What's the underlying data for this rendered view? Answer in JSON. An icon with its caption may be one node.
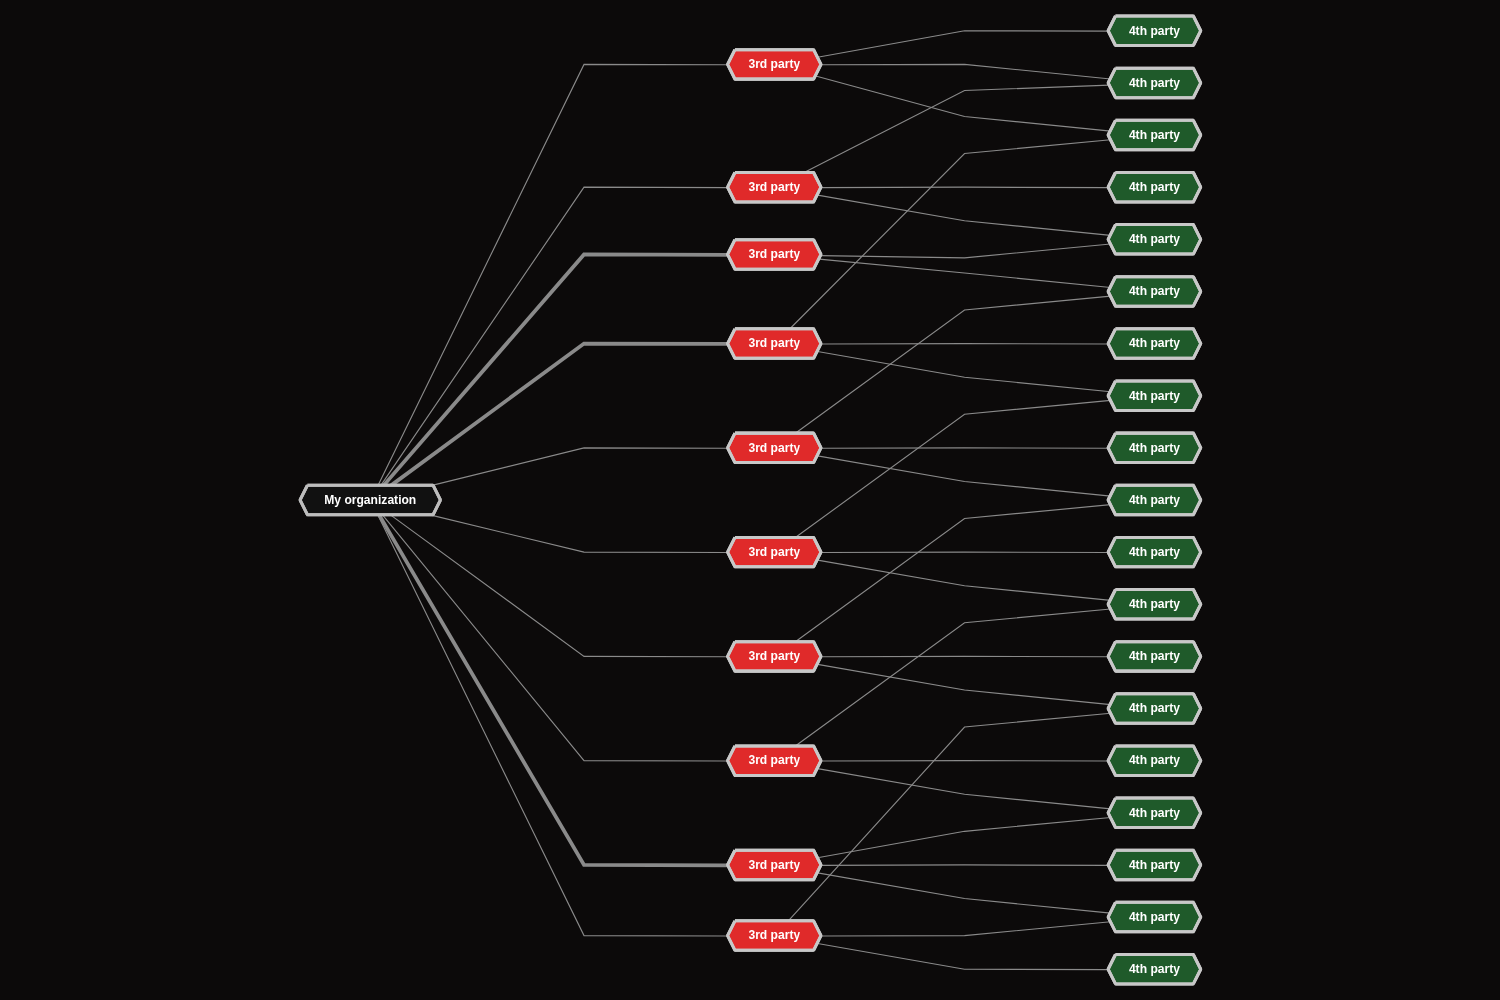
{
  "diagram": {
    "nodes": [
      {
        "text": [
          "4th party"
        ]
      },
      {
        "text": [
          "4th party"
        ]
      },
      {
        "text": [
          "4th party"
        ]
      },
      {
        "text": [
          "4th party"
        ]
      },
      {
        "text": [
          "4th party"
        ]
      },
      {
        "text": [
          "3rd party"
        ]
      },
      {
        "text": [
          "3rd party"
        ]
      },
      {
        "text": [
          "3rd party"
        ]
      },
      {
        "text": [
          "4th party"
        ]
      },
      {
        "text": [
          "4th party"
        ]
      },
      {
        "text": [
          "4th party"
        ]
      },
      {
        "text": [
          "3rd party"
        ]
      },
      {
        "text": [
          "My organization"
        ]
      },
      {
        "text": [
          "3rd party"
        ]
      },
      {
        "text": [
          "4th party"
        ]
      },
      {
        "text": [
          "4th party"
        ]
      },
      {
        "text": [
          "3rd party"
        ]
      },
      {
        "text": [
          "3rd party"
        ]
      },
      {
        "text": [
          "4th party"
        ]
      },
      {
        "text": [
          "4th party"
        ]
      },
      {
        "text": [
          "3rd party"
        ]
      },
      {
        "text": [
          "3rd party"
        ]
      },
      {
        "text": [
          "3rd party"
        ]
      },
      {
        "text": [
          "4th party"
        ]
      },
      {
        "text": [
          "4th party"
        ]
      },
      {
        "text": [
          "4th party"
        ]
      },
      {
        "text": [
          "4th party"
        ]
      },
      {
        "text": [
          "4th party"
        ]
      },
      {
        "text": [
          "4th party"
        ]
      },
      {
        "text": [
          "4th party"
        ]
      }
    ],
    "edges": [
      {
        "from": 12,
        "to": 5,
        "arrow": "none"
      },
      {
        "from": 12,
        "to": 6,
        "arrow": "none"
      },
      {
        "from": 12,
        "to": 7,
        "arrow": "none",
        "style": "thick"
      },
      {
        "from": 12,
        "to": 11,
        "arrow": "none",
        "style": "thick"
      },
      {
        "from": 12,
        "to": 13,
        "arrow": "none"
      },
      {
        "from": 12,
        "to": 16,
        "arrow": "none"
      },
      {
        "from": 12,
        "to": 17,
        "arrow": "none"
      },
      {
        "from": 12,
        "to": 20,
        "arrow": "none"
      },
      {
        "from": 12,
        "to": 21,
        "arrow": "none",
        "style": "thick"
      },
      {
        "from": 12,
        "to": 22,
        "arrow": "none"
      },
      {
        "from": 5,
        "to": 0,
        "arrow": "none"
      },
      {
        "from": 5,
        "to": 1,
        "arrow": "none"
      },
      {
        "from": 5,
        "to": 4,
        "arrow": "none"
      },
      {
        "from": 6,
        "to": 1,
        "arrow": "none"
      },
      {
        "from": 6,
        "to": 2,
        "arrow": "none"
      },
      {
        "from": 6,
        "to": 3,
        "arrow": "none"
      },
      {
        "from": 7,
        "to": 3,
        "arrow": "none"
      },
      {
        "from": 7,
        "to": 8,
        "arrow": "none"
      },
      {
        "from": 11,
        "to": 4,
        "arrow": "none"
      },
      {
        "from": 11,
        "to": 9,
        "arrow": "none"
      },
      {
        "from": 11,
        "to": 15,
        "arrow": "none"
      },
      {
        "from": 13,
        "to": 8,
        "arrow": "none"
      },
      {
        "from": 13,
        "to": 10,
        "arrow": "none"
      },
      {
        "from": 13,
        "to": 14,
        "arrow": "none"
      },
      {
        "from": 16,
        "to": 15,
        "arrow": "none"
      },
      {
        "from": 16,
        "to": 19,
        "arrow": "none"
      },
      {
        "from": 16,
        "to": 24,
        "arrow": "none"
      },
      {
        "from": 17,
        "to": 14,
        "arrow": "none"
      },
      {
        "from": 17,
        "to": 18,
        "arrow": "none"
      },
      {
        "from": 17,
        "to": 23,
        "arrow": "none"
      },
      {
        "from": 20,
        "to": 24,
        "arrow": "none"
      },
      {
        "from": 20,
        "to": 26,
        "arrow": "none"
      },
      {
        "from": 20,
        "to": 27,
        "arrow": "none"
      },
      {
        "from": 21,
        "to": 27,
        "arrow": "none"
      },
      {
        "from": 21,
        "to": 28,
        "arrow": "none"
      },
      {
        "from": 21,
        "to": 29,
        "arrow": "none"
      },
      {
        "from": 22,
        "to": 23,
        "arrow": "none"
      },
      {
        "from": 22,
        "to": 25,
        "arrow": "none"
      },
      {
        "from": 22,
        "to": 29,
        "arrow": "none"
      }
    ]
  }
}
